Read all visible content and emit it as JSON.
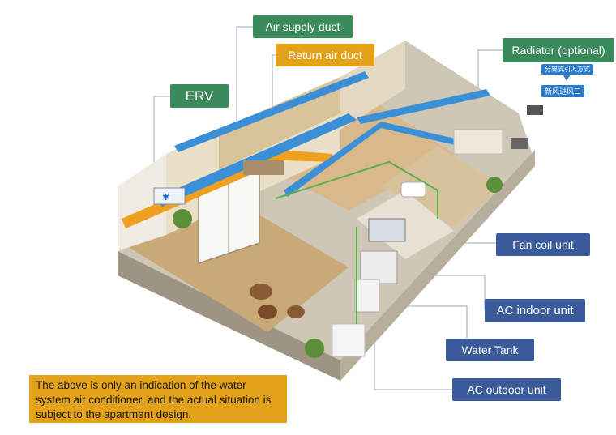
{
  "labels": {
    "air_supply_duct": "Air supply duct",
    "return_air_duct": "Return air duct",
    "erv": "ERV",
    "radiator": "Radiator (optional)",
    "fan_coil_unit": "Fan coil unit",
    "ac_indoor_unit": "AC indoor unit",
    "water_tank": "Water Tank",
    "ac_outdoor_unit": "AC outdoor unit"
  },
  "sub_labels": {
    "split_intro": "分离式引入方式",
    "fresh_air_inlet": "新风进风口"
  },
  "note": "The above is only an indication of the water system air conditioner, and the actual situation is subject to the apartment design.",
  "colors": {
    "callout_green": "#3a8a5c",
    "callout_orange": "#e3a21a",
    "callout_blue": "#3a5a9a",
    "supply_duct": "#3b8fd6",
    "return_duct": "#f0a020"
  }
}
